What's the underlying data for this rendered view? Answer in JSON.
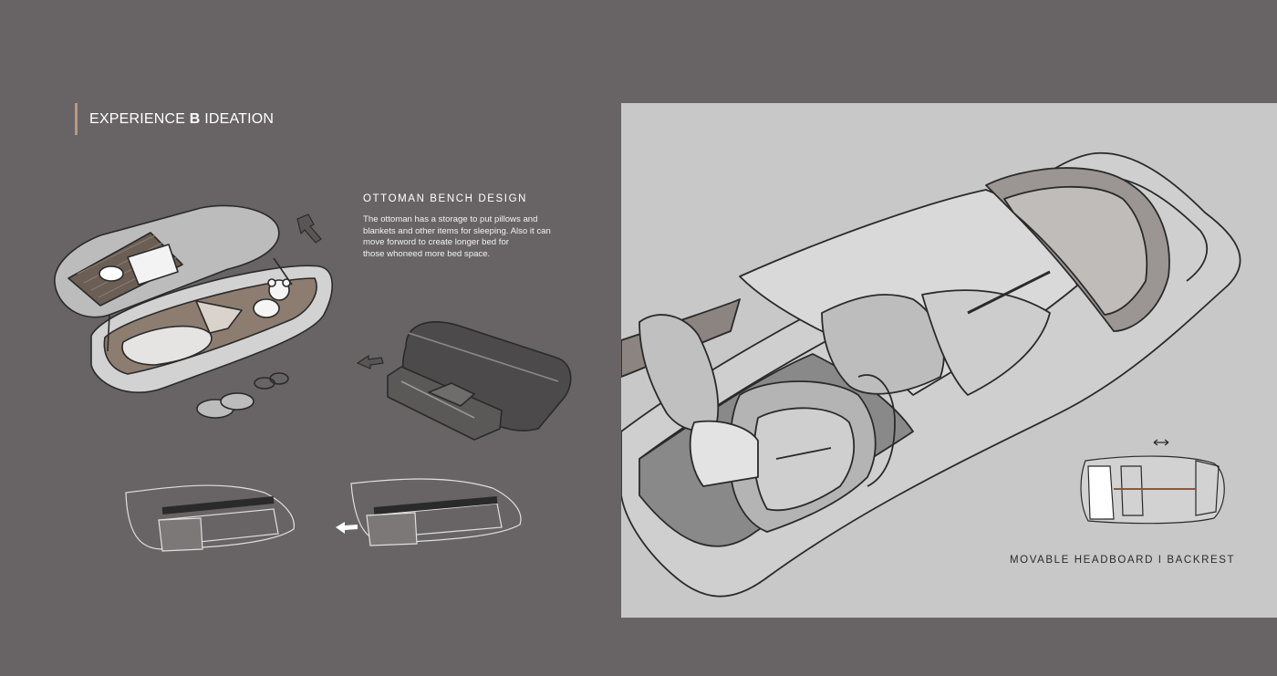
{
  "page": {
    "title_prefix": "EXPERIENCE ",
    "title_bold": "B",
    "title_suffix": " IDEATION",
    "accent_color": "#b89a82",
    "background_color": "#686465"
  },
  "ottoman": {
    "heading": "OTTOMAN BENCH DESIGN",
    "description_lines": [
      "The ottoman has a storage to put pillows and",
      "blankets and other items for sleeping. Also it can",
      "move forword to create longer bed for",
      "those whoneed more bed space."
    ]
  },
  "headboard": {
    "caption": "MOVABLE HEADBOARD I BACKREST",
    "panel_color": "#c8c8c8"
  }
}
